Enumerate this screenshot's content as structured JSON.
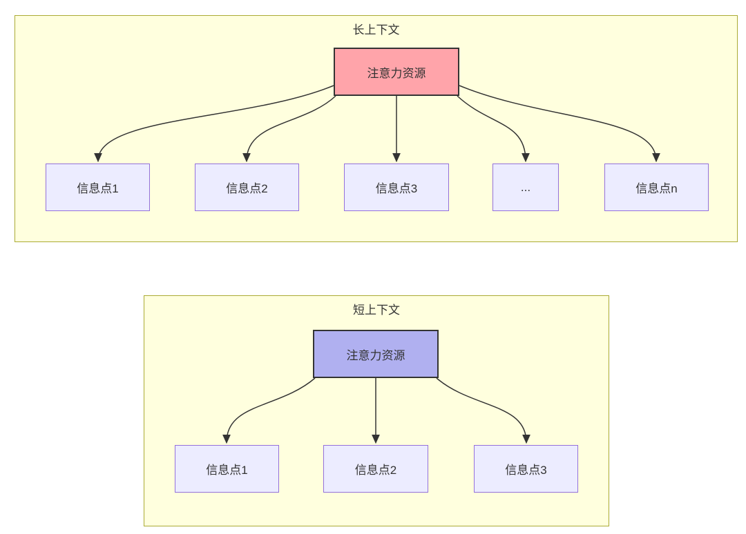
{
  "diagram": {
    "long_context": {
      "title": "长上下文",
      "attention_node": "注意力资源",
      "info_nodes": [
        "信息点1",
        "信息点2",
        "信息点3",
        "...",
        "信息点n"
      ]
    },
    "short_context": {
      "title": "短上下文",
      "attention_node": "注意力资源",
      "info_nodes": [
        "信息点1",
        "信息点2",
        "信息点3"
      ]
    },
    "colors": {
      "container_fill": "#ffffde",
      "container_border": "#aaaa33",
      "info_node_fill": "#ececff",
      "info_node_border": "#9370db",
      "attention_long_fill": "#ffa4aa",
      "attention_short_fill": "#b0b0f0",
      "attention_border": "#333333",
      "arrow_color": "#333333",
      "text_color": "#333333"
    }
  }
}
